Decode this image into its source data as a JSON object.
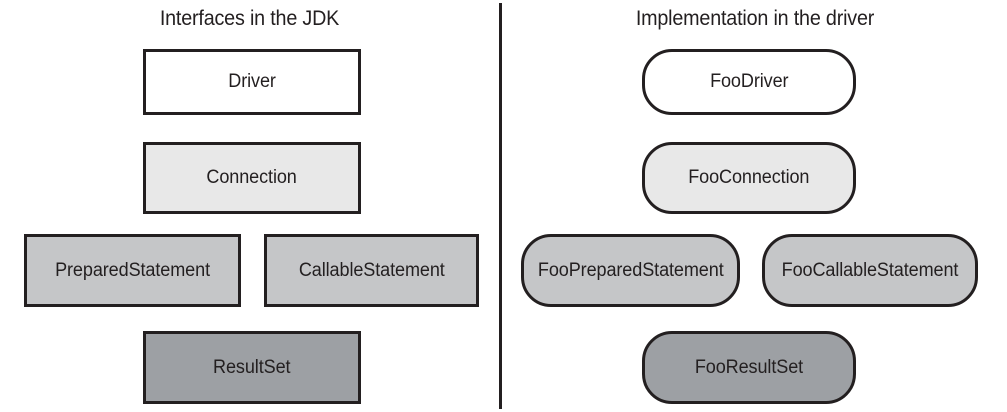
{
  "diagram": {
    "title_left": "Interfaces in the JDK",
    "title_right": "Implementation in the driver",
    "colors": {
      "stroke": "#231f20",
      "fill_white": "#ffffff",
      "fill_level1": "#e8e8e8",
      "fill_level2": "#c5c6c8",
      "fill_level3": "#9da0a4",
      "divider": "#231f20"
    },
    "columns": [
      {
        "id": "jdk-interfaces",
        "title": "Interfaces in the JDK",
        "shape": "rectangle",
        "nodes": [
          {
            "id": "driver",
            "label": "Driver",
            "fill": "#ffffff",
            "row": 1
          },
          {
            "id": "connection",
            "label": "Connection",
            "fill": "#e8e8e8",
            "row": 2
          },
          {
            "id": "preparedstatement",
            "label": "PreparedStatement",
            "fill": "#c5c6c8",
            "row": 3
          },
          {
            "id": "callablestatement",
            "label": "CallableStatement",
            "fill": "#c5c6c8",
            "row": 3
          },
          {
            "id": "resultset",
            "label": "ResultSet",
            "fill": "#9da0a4",
            "row": 4
          }
        ]
      },
      {
        "id": "driver-implementation",
        "title": "Implementation in the driver",
        "shape": "rounded-rectangle",
        "nodes": [
          {
            "id": "foodriver",
            "label": "FooDriver",
            "fill": "#ffffff",
            "row": 1
          },
          {
            "id": "fooconnection",
            "label": "FooConnection",
            "fill": "#e8e8e8",
            "row": 2
          },
          {
            "id": "foopreparedstatement",
            "label": "FooPreparedStatement",
            "fill": "#c5c6c8",
            "row": 3
          },
          {
            "id": "foocallablestatement",
            "label": "FooCallableStatement",
            "fill": "#c5c6c8",
            "row": 3
          },
          {
            "id": "fooresultset",
            "label": "FooResultSet",
            "fill": "#9da0a4",
            "row": 4
          }
        ]
      }
    ]
  }
}
